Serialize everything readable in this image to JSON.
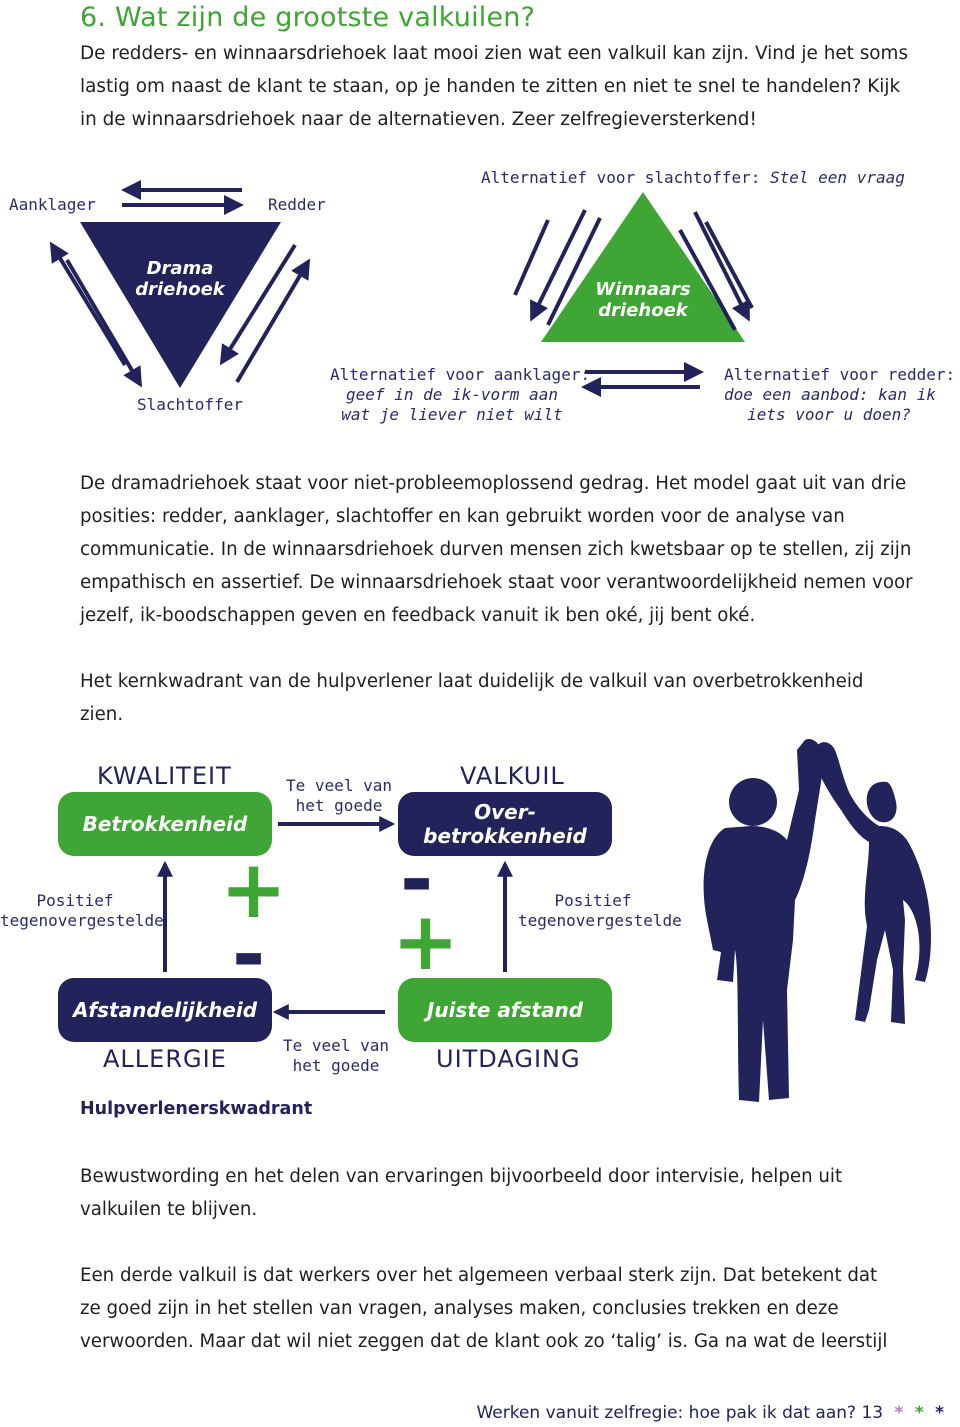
{
  "heading": "6. Wat zijn de grootste valkuilen?",
  "intro": "De redders- en winnaarsdriehoek laat mooi zien wat een valkuil kan zijn. Vind je het soms lastig om naast de klant te staan, op je handen te zitten en niet te snel te handelen? Kijk in de winnaarsdriehoek naar de alternatieven. Zeer zelfregieversterkend!",
  "drama": {
    "label_aanklager": "Aanklager",
    "label_redder": "Redder",
    "label_slachtoffer": "Slachtoffer",
    "title_line1": "Drama",
    "title_line2": "driehoek"
  },
  "winnaars": {
    "title_line1": "Winnaars",
    "title_line2": "driehoek",
    "alt_slachtoffer_label": "Alternatief voor slachtoffer:",
    "alt_slachtoffer_text": "Stel een vraag",
    "alt_aanklager_label": "Alternatief voor aanklager:",
    "alt_aanklager_line1": "geef in de ik-vorm aan",
    "alt_aanklager_line2": "wat je liever niet wilt",
    "alt_redder_label": "Alternatief voor redder:",
    "alt_redder_line1": "doe een aanbod: kan ik",
    "alt_redder_line2": "iets voor u doen?"
  },
  "body_paragraph": "De dramadriehoek staat voor niet-probleemoplossend gedrag. Het model gaat uit van drie posities: redder, aanklager, slachtoffer en kan gebruikt worden voor de analyse van communicatie. In de winnaarsdriehoek durven mensen zich kwetsbaar op te stellen, zij zijn empathisch en assertief. De winnaarsdriehoek staat voor verantwoordelijkheid nemen voor jezelf, ik-boodschappen geven en feedback vanuit ik ben oké, jij bent oké.",
  "kernkwadrant_intro": "Het kernkwadrant van de hulpverlener laat duidelijk de valkuil van overbetrokkenheid zien.",
  "quadrant": {
    "kwaliteit_head": "KWALITEIT",
    "kwaliteit_box": "Betrokkenheid",
    "valkuil_head": "VALKUIL",
    "valkuil_box_line1": "Over-",
    "valkuil_box_line2": "betrokkenheid",
    "allergie_head": "ALLERGIE",
    "allergie_box": "Afstandelijkheid",
    "uitdaging_head": "UITDAGING",
    "uitdaging_box": "Juiste afstand",
    "te_veel_top_line1": "Te veel van",
    "te_veel_top_line2": "het goede",
    "te_veel_bottom_line1": "Te veel van",
    "te_veel_bottom_line2": "het goede",
    "positief_left_line1": "Positief",
    "positief_left_line2": "tegenovergestelde",
    "positief_right_line1": "Positief",
    "positief_right_line2": "tegenovergestelde",
    "plus": "+",
    "minus": "-",
    "caption": "Hulpverlenerskwadrant"
  },
  "paragraph_intervisie": "Bewustwording en het delen van ervaringen bijvoorbeeld door intervisie, helpen uit valkuilen te blijven.",
  "paragraph_derde": "Een derde valkuil is dat werkers over het algemeen verbaal sterk zijn. Dat betekent dat ze goed zijn in het stellen van vragen, analyses maken, conclusies trekken en deze verwoorden. Maar dat wil niet zeggen dat de klant ook zo ‘talig’ is. Ga na wat de leerstijl",
  "footer": {
    "text": "Werken vanuit zelfregie: hoe pak ik dat aan?",
    "page": "13",
    "stars": [
      "*",
      "*",
      "*"
    ]
  },
  "colors": {
    "green": "#3fa535",
    "navy": "#23235b",
    "star_purple": "#b07cc6",
    "star_green": "#3fa535"
  }
}
